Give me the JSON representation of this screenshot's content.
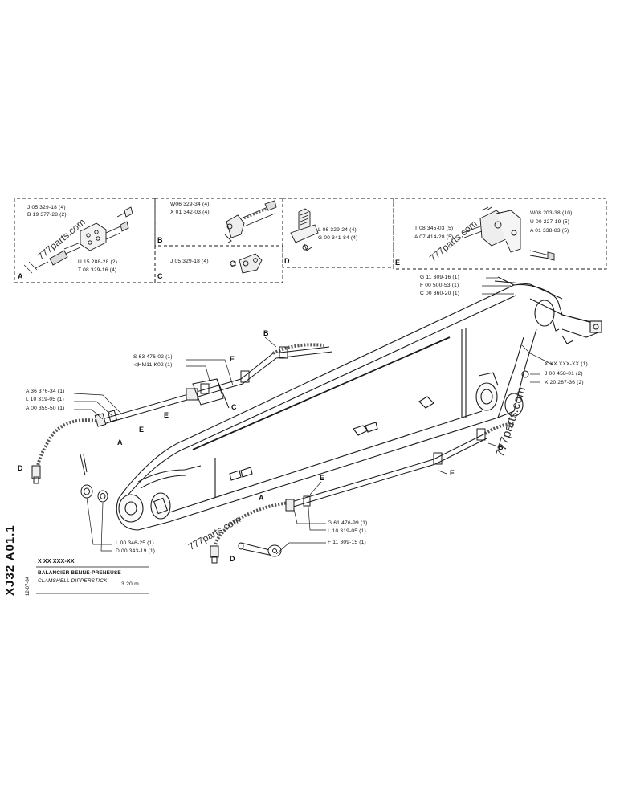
{
  "detail_boxes": {
    "A": {
      "letter": "A",
      "parts": [
        "J 05 329-18 (4)",
        "B 19 377-28 (2)",
        "U 15 288-28 (2)",
        "T 08 329-16 (4)"
      ]
    },
    "B": {
      "letter": "B",
      "parts": [
        "W06 329-34 (4)",
        "X 01 342-03 (4)"
      ]
    },
    "C": {
      "letter": "C",
      "parts": [
        "J 05 329-18 (4)"
      ]
    },
    "D": {
      "letter": "D",
      "parts": [
        "L 06 329-24 (4)",
        "G 00 341-84 (4)"
      ]
    },
    "E": {
      "letter": "E",
      "parts": [
        "W08 203-38 (10)",
        "T 08 345-03 (5)",
        "U 00 227-19 (5)",
        "A 07 414-28 (5)",
        "A 01 338-83 (5)"
      ]
    }
  },
  "main_labels": {
    "top_right": [
      "G 11 309-16 (1)",
      "F 00 500-53 (1)",
      "C 00 360-20 (1)"
    ],
    "right_mid": [
      "X XX XXX-XX (1)",
      "J 00 458-01 (2)",
      "X 20 287-36 (2)"
    ],
    "clamp_top": [
      "S 63 476-02 (1)",
      "HM11 K02 (1)"
    ],
    "left_hose": [
      "A 36 376-34 (1)",
      "L 10 319-05 (1)",
      "A 00 355-50 (1)"
    ],
    "washers": [
      "L 00 346-25 (1)",
      "D 00 343-19 (1)"
    ],
    "lower_hose": [
      "G 61 476-99 (1)",
      "L 10 319-05 (1)",
      "F 11 309-15 (1)"
    ]
  },
  "callouts": {
    "B_top": "B",
    "E_upper": "E",
    "C_upper": "C",
    "E_upper2": "E",
    "E_left": "E",
    "A_left": "A",
    "D_left": "D",
    "A_lower": "A",
    "E_lower": "E",
    "D_lower": "D",
    "B_right": "B",
    "E_right": "E"
  },
  "title_block": {
    "drawing_number": "XJ32 A01.1",
    "date": "12-07-84",
    "ref": "X XX XXX-XX",
    "title_fr": "BALANCIER BENNE-PRENEUSE",
    "title_en": "CLAMSHELL DIPPERSTICK",
    "length": "3.20 m"
  },
  "watermarks": [
    "777parts.com",
    "777parts.com",
    "777parts.com",
    "777parts.com"
  ]
}
